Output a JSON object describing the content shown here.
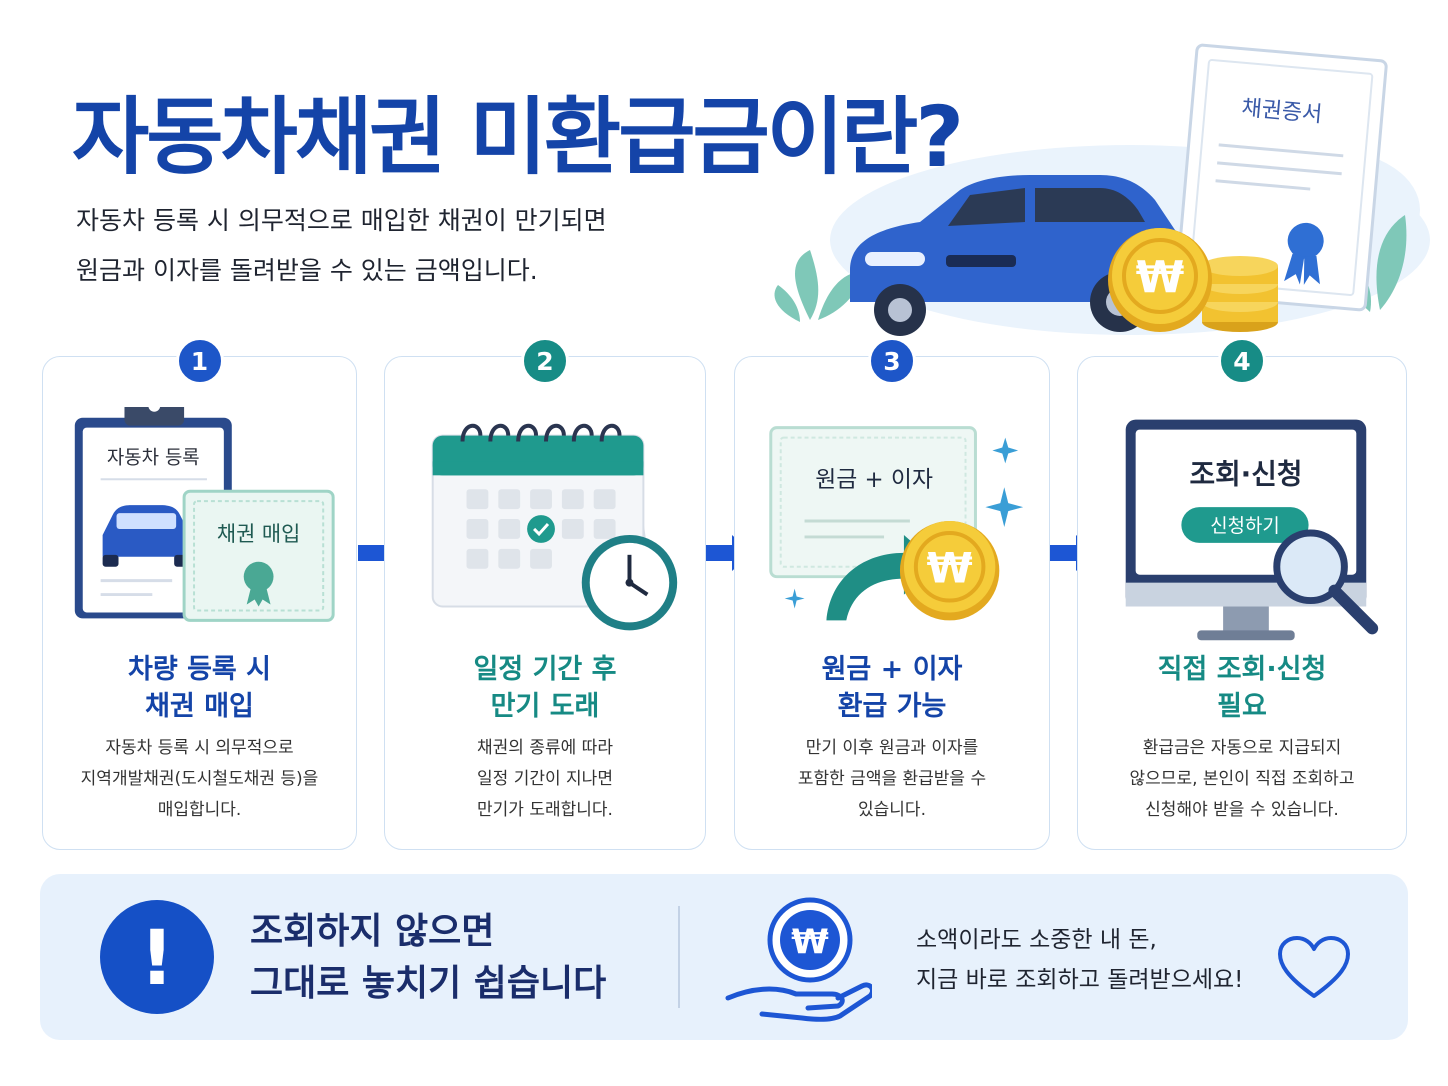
{
  "header": {
    "title": "자동차채권 미환급금이란?",
    "subtitle_line1": "자동차 등록 시 의무적으로 매입한 채권이 만기되면",
    "subtitle_line2": "원금과 이자를 돌려받을 수 있는 금액입니다."
  },
  "hero": {
    "certificate_label": "채권증서",
    "coin_symbol": "₩"
  },
  "steps": [
    {
      "number": "1",
      "illus_label_top": "자동차 등록",
      "illus_label_bond": "채권 매입",
      "title_line1": "차량 등록 시",
      "title_line2": "채권 매입",
      "desc": [
        "자동차 등록 시 의무적으로",
        "지역개발채권(도시철도채권 등)을",
        "매입합니다."
      ]
    },
    {
      "number": "2",
      "title_line1": "일정 기간 후",
      "title_line2": "만기 도래",
      "desc": [
        "채권의 종류에 따라",
        "일정 기간이 지나면",
        "만기가 도래합니다."
      ]
    },
    {
      "number": "3",
      "illus_label": "원금 + 이자",
      "coin_symbol": "₩",
      "title_line1": "원금 + 이자",
      "title_line2": "환급 가능",
      "desc": [
        "만기 이후 원금과 이자를",
        "포함한 금액을 환급받을 수",
        "있습니다."
      ]
    },
    {
      "number": "4",
      "illus_title": "조회·신청",
      "illus_button": "신청하기",
      "title_line1": "직접 조회·신청",
      "title_line2": "필요",
      "desc": [
        "환급금은 자동으로 지급되지",
        "않으므로, 본인이 직접 조회하고",
        "신청해야 받을 수 있습니다."
      ]
    }
  ],
  "banner": {
    "alert_symbol": "!",
    "title_line1": "조회하지 않으면",
    "title_line2": "그대로 놓치기 쉽습니다",
    "coin_symbol": "₩",
    "msg_line1": "소액이라도 소중한 내 돈,",
    "msg_line2": "지금 바로 조회하고 돌려받으세요!"
  },
  "colors": {
    "primary_blue": "#1444a8",
    "teal": "#168a84",
    "banner_bg": "#e7f1fc",
    "coin_gold": "#f2c230"
  }
}
